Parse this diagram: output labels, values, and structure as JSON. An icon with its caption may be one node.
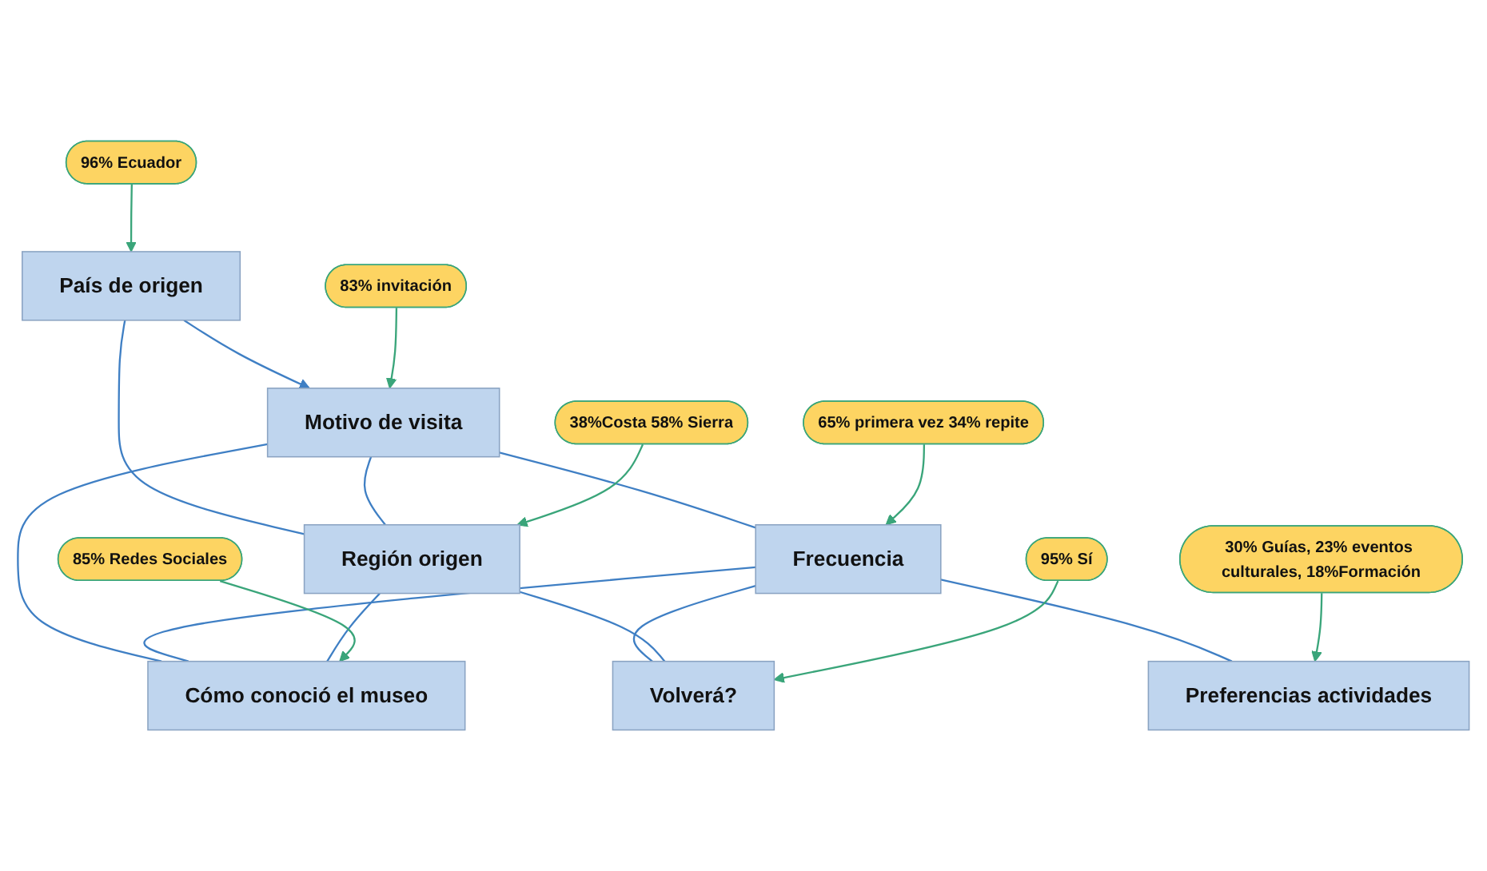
{
  "diagram": {
    "nodes": [
      {
        "text": [
          "96% Ecuador"
        ]
      },
      {
        "text": [
          "País de origen"
        ]
      },
      {
        "text": [
          "83% invitación"
        ]
      },
      {
        "text": [
          "Motivo de visita"
        ]
      },
      {
        "text": [
          "Frecuencia"
        ]
      },
      {
        "text": [
          "65% primera vez 34% repite"
        ]
      },
      {
        "text": [
          "38%Costa 58% Sierra"
        ]
      },
      {
        "text": [
          "Volverá?"
        ]
      },
      {
        "text": [
          "95% Sí"
        ]
      },
      {
        "text": [
          "Región origen"
        ]
      },
      {
        "text": [
          "Cómo conoció el museo"
        ]
      },
      {
        "text": [
          "85% Redes Sociales"
        ]
      },
      {
        "text": [
          "30% Guías, 23% eventos culturales, 18%Formación"
        ]
      },
      {
        "text": [
          "Preferencias actividades"
        ]
      }
    ],
    "edges": [
      {
        "from": 1,
        "to": 3,
        "arrow": "to"
      },
      {
        "from": 1,
        "to": 9,
        "arrow": "none"
      },
      {
        "from": 3,
        "to": 4,
        "arrow": "none"
      },
      {
        "from": 3,
        "to": 9,
        "arrow": "none"
      },
      {
        "from": 3,
        "to": 10,
        "arrow": "none"
      },
      {
        "from": 4,
        "to": 10,
        "arrow": "none"
      },
      {
        "from": 4,
        "to": 7,
        "arrow": "none"
      },
      {
        "from": 4,
        "to": 13,
        "arrow": "none"
      },
      {
        "from": 9,
        "to": 7,
        "arrow": "none"
      },
      {
        "from": 9,
        "to": 10,
        "arrow": "none"
      },
      {
        "from": 0,
        "to": 1,
        "arrow": "to",
        "color": "#3aa57a"
      },
      {
        "from": 2,
        "to": 3,
        "arrow": "to",
        "color": "#3aa57a"
      },
      {
        "from": 5,
        "to": 4,
        "arrow": "to",
        "color": "#3aa57a"
      },
      {
        "from": 6,
        "to": 9,
        "arrow": "to",
        "color": "#3aa57a"
      },
      {
        "from": 8,
        "to": 7,
        "arrow": "to",
        "color": "#3aa57a"
      },
      {
        "from": 11,
        "to": 10,
        "arrow": "to",
        "color": "#3aa57a"
      },
      {
        "from": 12,
        "to": 13,
        "arrow": "to",
        "color": "#3aa57a"
      }
    ]
  }
}
